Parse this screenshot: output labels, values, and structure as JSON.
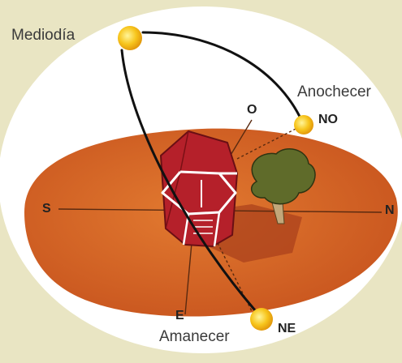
{
  "sun_events": {
    "noon": "Mediodía",
    "sunset": "Anochecer",
    "sunrise": "Amanecer"
  },
  "directions": {
    "west": "O",
    "northwest": "NO",
    "south": "S",
    "north": "N",
    "east": "E",
    "northeast": "NE"
  },
  "colors": {
    "background": "#e9e5c3",
    "ellipse": "#ffffff",
    "ground": "#d8692a",
    "ground_dark": "#b8481f",
    "house_red": "#b5202a",
    "sun": "#f7c51c",
    "tree": "#5f6b2a"
  }
}
